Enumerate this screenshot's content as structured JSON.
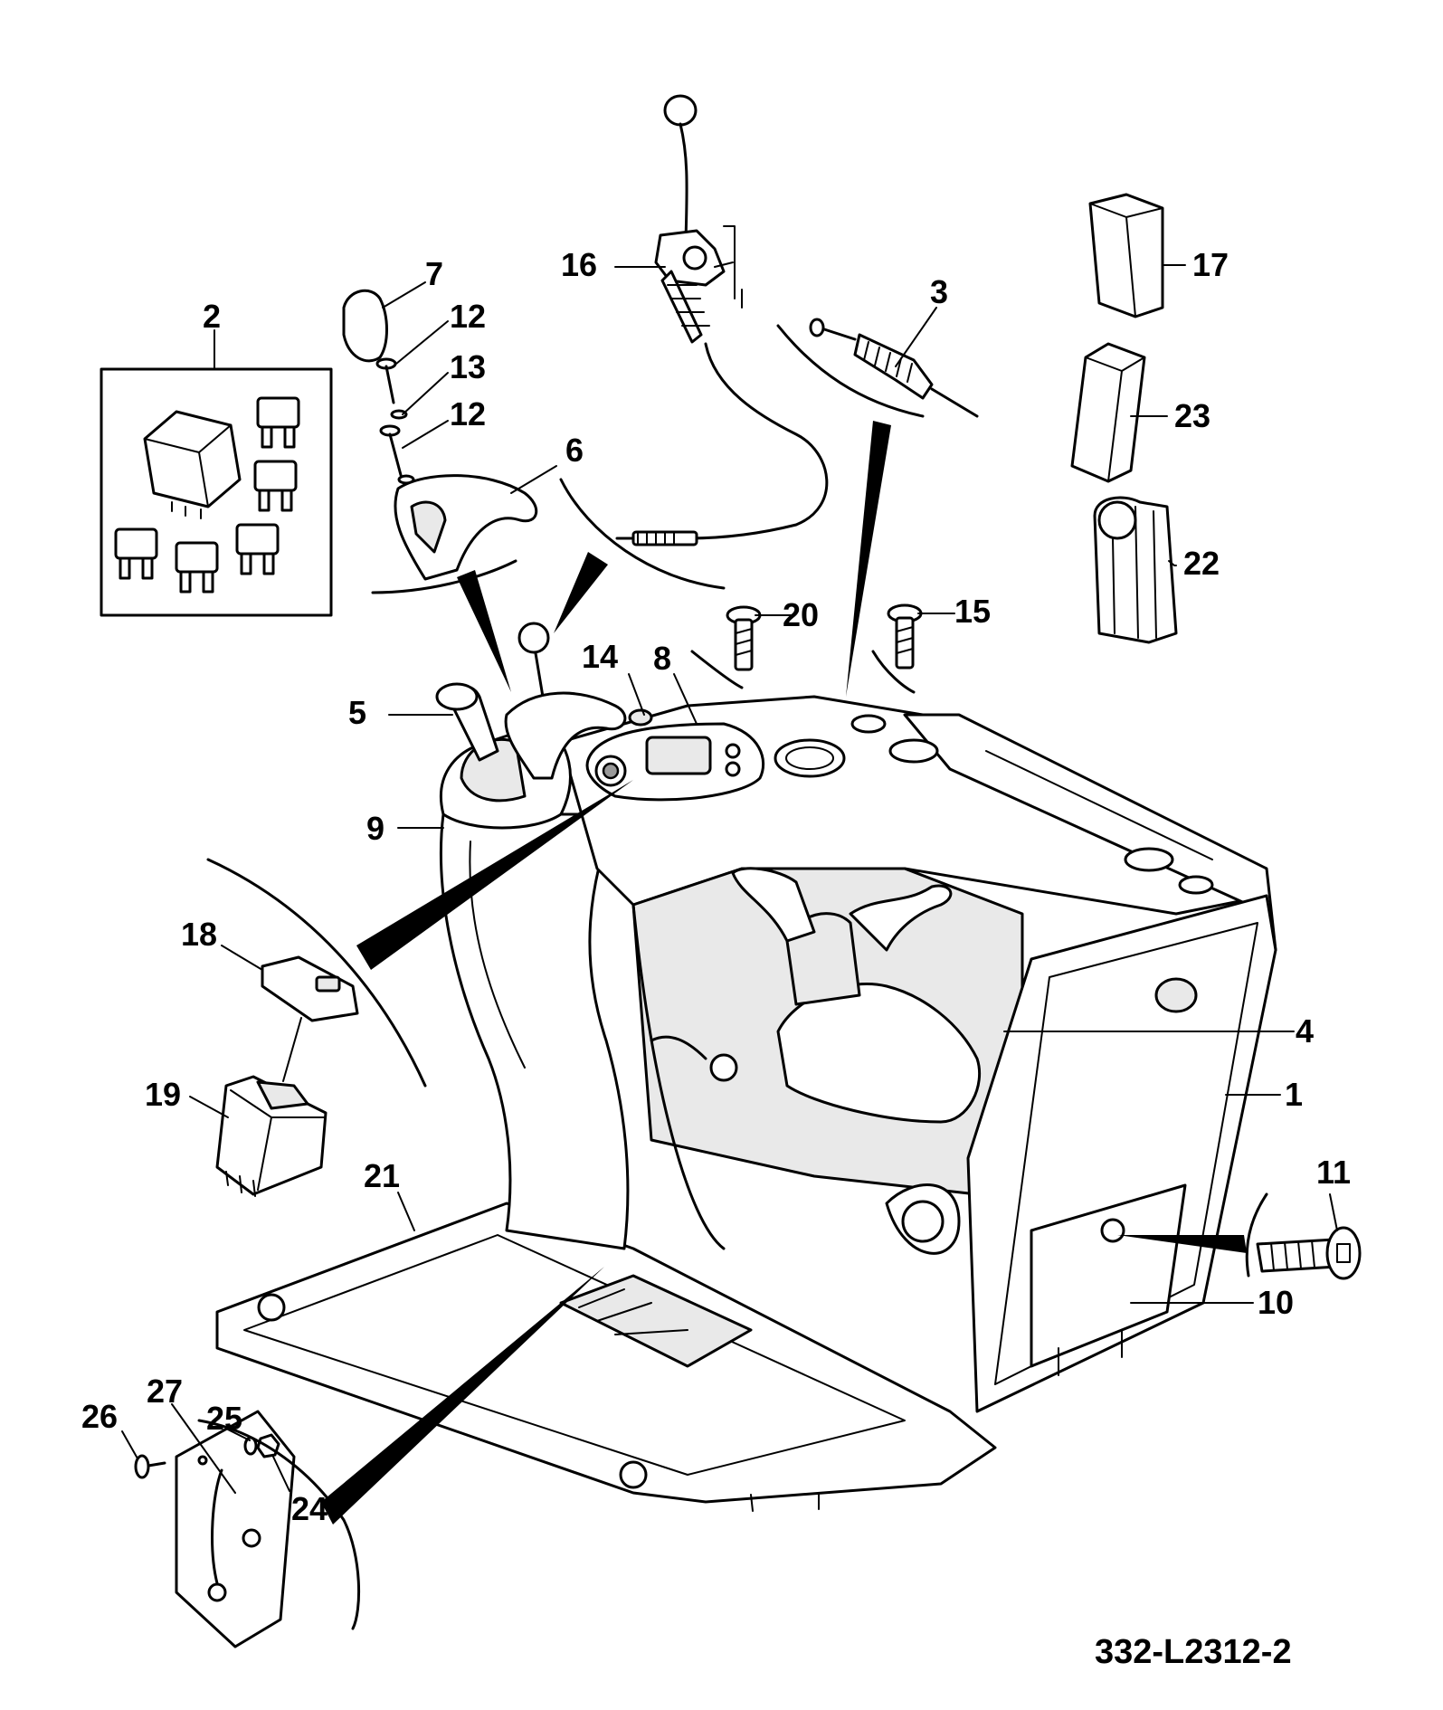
{
  "drawing_ref": "332-L2312-2",
  "callouts": [
    {
      "id": "c1",
      "label": "1"
    },
    {
      "id": "c2",
      "label": "2"
    },
    {
      "id": "c3",
      "label": "3"
    },
    {
      "id": "c4",
      "label": "4"
    },
    {
      "id": "c5",
      "label": "5"
    },
    {
      "id": "c6",
      "label": "6"
    },
    {
      "id": "c7",
      "label": "7"
    },
    {
      "id": "c8",
      "label": "8"
    },
    {
      "id": "c9",
      "label": "9"
    },
    {
      "id": "c10",
      "label": "10"
    },
    {
      "id": "c11",
      "label": "11"
    },
    {
      "id": "c12a",
      "label": "12"
    },
    {
      "id": "c12b",
      "label": "12"
    },
    {
      "id": "c13",
      "label": "13"
    },
    {
      "id": "c14",
      "label": "14"
    },
    {
      "id": "c15",
      "label": "15"
    },
    {
      "id": "c16",
      "label": "16"
    },
    {
      "id": "c17",
      "label": "17"
    },
    {
      "id": "c18",
      "label": "18"
    },
    {
      "id": "c19",
      "label": "19"
    },
    {
      "id": "c20",
      "label": "20"
    },
    {
      "id": "c21",
      "label": "21"
    },
    {
      "id": "c22",
      "label": "22"
    },
    {
      "id": "c23",
      "label": "23"
    },
    {
      "id": "c24",
      "label": "24"
    },
    {
      "id": "c25",
      "label": "25"
    },
    {
      "id": "c26",
      "label": "26"
    },
    {
      "id": "c27",
      "label": "27"
    }
  ]
}
